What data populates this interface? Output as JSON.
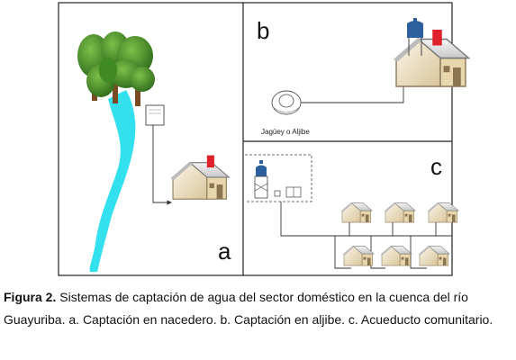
{
  "panels": {
    "a": {
      "letter": "a"
    },
    "b": {
      "letter": "b",
      "source_label": "Jagüey o Aljibe"
    },
    "c": {
      "letter": "c"
    }
  },
  "caption": {
    "label": "Figura 2.",
    "text": " Sistemas de captación de agua del sector doméstico en la cuenca del río Guayuriba. a. Captación en nacedero. b. Captación en aljibe. c. Acueducto comunitario."
  },
  "colors": {
    "water": "#33e0ee",
    "tank_blue": "#2c5f9e",
    "chimney_red": "#e0202a",
    "tree_green": "#4a8a2a",
    "trunk_brown": "#7a4a22",
    "house_wall": "#f1e6cc"
  }
}
